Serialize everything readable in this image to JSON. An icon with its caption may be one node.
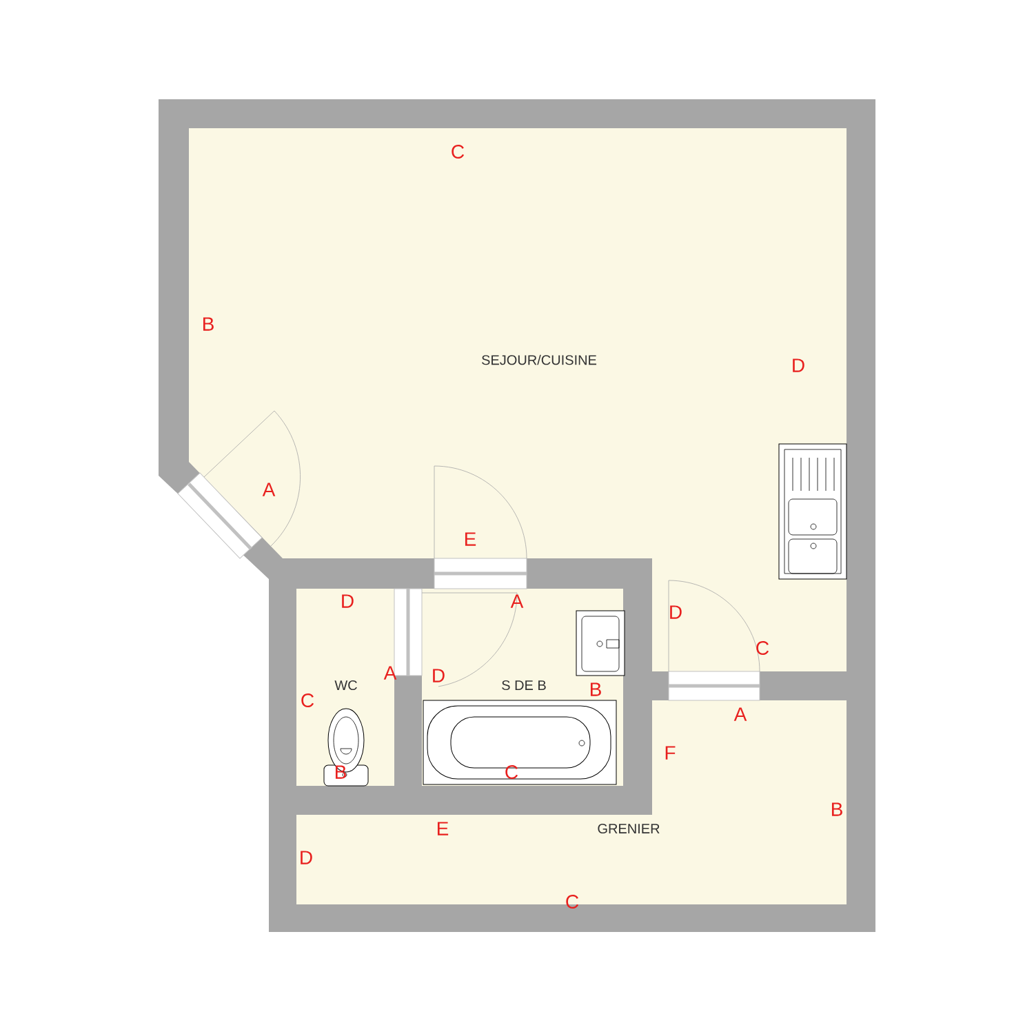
{
  "diagram": {
    "nodes": [
      {
        "text": [
          "SEJOUR/CUISINE"
        ]
      },
      {
        "text": [
          "WC"
        ]
      },
      {
        "text": [
          "S DE B"
        ]
      },
      {
        "text": [
          "GRENIER"
        ]
      }
    ],
    "labels": [
      "C",
      "B",
      "D",
      "A",
      "E",
      "D",
      "A",
      "D",
      "C",
      "A",
      "D",
      "B",
      "C",
      "A",
      "F",
      "B",
      "C",
      "B",
      "E",
      "D",
      "C"
    ]
  }
}
